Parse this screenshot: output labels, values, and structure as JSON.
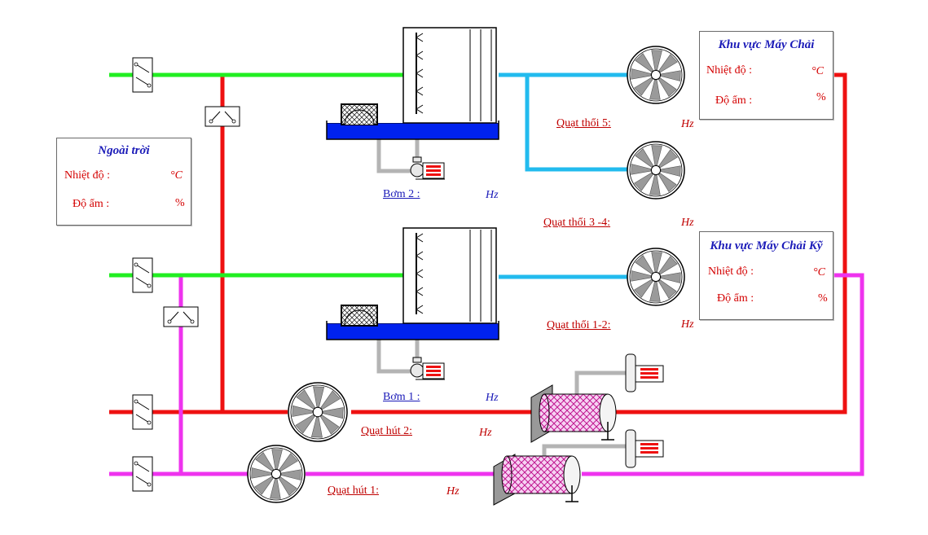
{
  "colors": {
    "fresh_air": "#22ee22",
    "cooled_air": "#22bbee",
    "hot_duct": "#ee1111",
    "exhaust_duct": "#ee33ee",
    "water": "#0022ee",
    "pipe": "#b4b4b4",
    "panel_title": "#1a1ab8",
    "panel_label": "#d40000"
  },
  "panels": {
    "outdoor": {
      "title": "Ngoài trời",
      "temp_label": "Nhiệt độ :",
      "temp_unit": "°C",
      "hum_label": "Độ ẩm :",
      "hum_unit": "%"
    },
    "zone_main": {
      "title": "Khu vực Máy Chải",
      "temp_label": "Nhiệt độ :",
      "temp_unit": "°C",
      "hum_label": "Độ ẩm :",
      "hum_unit": "%"
    },
    "zone_fine": {
      "title": "Khu vực Máy Chải Kỹ",
      "temp_label": "Nhiệt độ :",
      "temp_unit": "°C",
      "hum_label": "Độ ẩm :",
      "hum_unit": "%"
    }
  },
  "devices": {
    "supply_fan_5": {
      "label": "Quạt thổi 5:",
      "unit": "Hz"
    },
    "supply_fan_3_4": {
      "label": "Quạt thổi 3 -4:",
      "unit": "Hz"
    },
    "supply_fan_1_2": {
      "label": "Quạt thổi 1-2:",
      "unit": "Hz"
    },
    "pump_2": {
      "label": "Bơm 2 :",
      "unit": "Hz"
    },
    "pump_1": {
      "label": "Bơm 1 :",
      "unit": "Hz"
    },
    "exhaust_fan_2": {
      "label": "Quạt hút 2:",
      "unit": "Hz"
    },
    "exhaust_fan_1": {
      "label": "Quạt hút 1:",
      "unit": "Hz"
    }
  }
}
